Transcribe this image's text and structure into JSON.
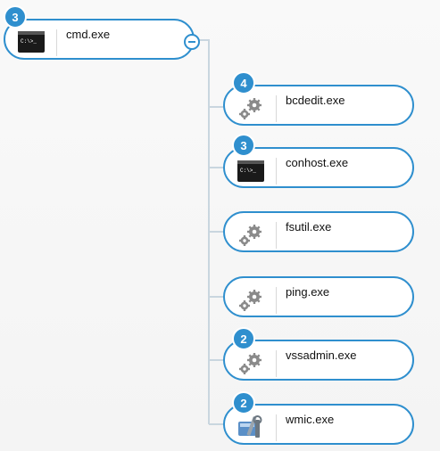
{
  "root": {
    "label": "cmd.exe",
    "badge": "3",
    "icon": "console-icon"
  },
  "children": [
    {
      "label": "bcdedit.exe",
      "badge": "4",
      "icon": "gears-icon"
    },
    {
      "label": "conhost.exe",
      "badge": "3",
      "icon": "console-icon"
    },
    {
      "label": "fsutil.exe",
      "badge": "",
      "icon": "gears-icon"
    },
    {
      "label": "ping.exe",
      "badge": "",
      "icon": "gears-icon"
    },
    {
      "label": "vssadmin.exe",
      "badge": "2",
      "icon": "gears-icon"
    },
    {
      "label": "wmic.exe",
      "badge": "2",
      "icon": "wmic-tools-icon"
    }
  ],
  "colors": {
    "accent": "#2f8fce",
    "connector": "#c9d6df"
  }
}
